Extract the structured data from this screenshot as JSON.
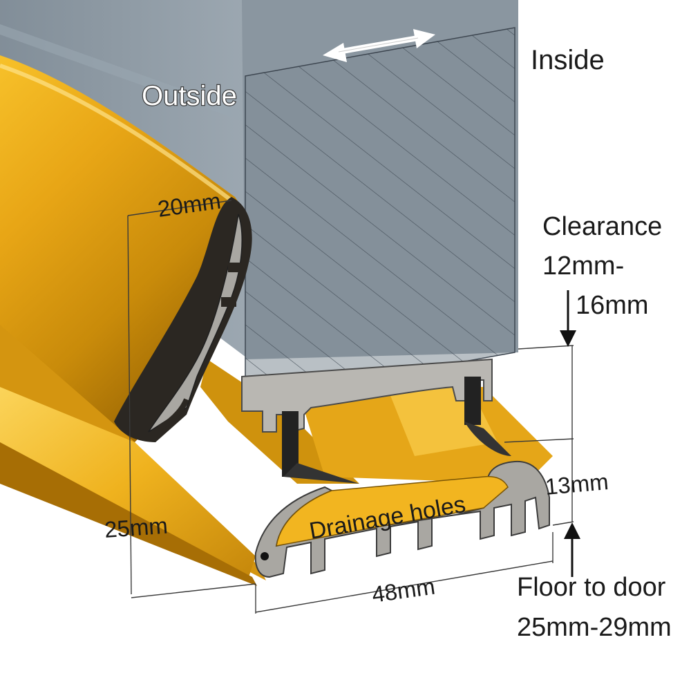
{
  "labels": {
    "outside": "Outside",
    "inside": "Inside",
    "clearance_line1": "Clearance",
    "clearance_line2": "12mm-",
    "clearance_line3": "16mm",
    "dim_top": "20mm",
    "dim_height": "25mm",
    "dim_base": "48mm",
    "dim_step": "13mm",
    "drainage": "Drainage holes",
    "floor_line1": "Floor to door",
    "floor_line2": "25mm-29mm"
  },
  "colors": {
    "door_glass": "#8795a1",
    "sill_gold": "#e6a715",
    "sill_gold_dark": "#b07a05",
    "seal": "#2b2722",
    "profile_cut": "#a9a7a2"
  }
}
